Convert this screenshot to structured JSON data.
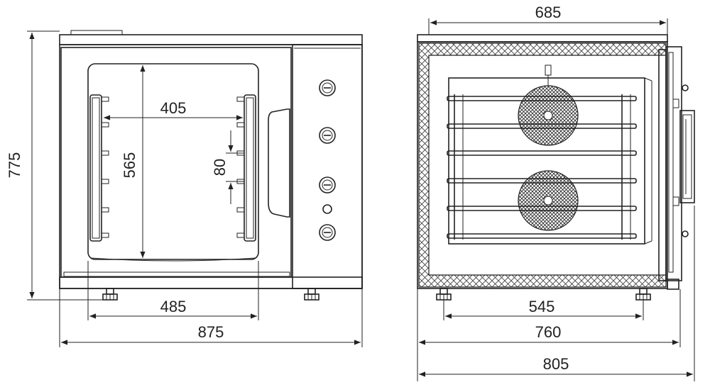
{
  "front_view": {
    "dimensions": {
      "overall_height": "775",
      "chamber_width": "405",
      "chamber_height": "565",
      "shelf_pitch": "80",
      "door_opening_width": "485",
      "overall_width": "875"
    }
  },
  "side_view": {
    "dimensions": {
      "top_depth": "685",
      "feet_spacing": "545",
      "body_depth": "760",
      "overall_depth": "805"
    }
  },
  "colors": {
    "line": "#222222",
    "background": "#ffffff",
    "insulation": "#444444"
  }
}
